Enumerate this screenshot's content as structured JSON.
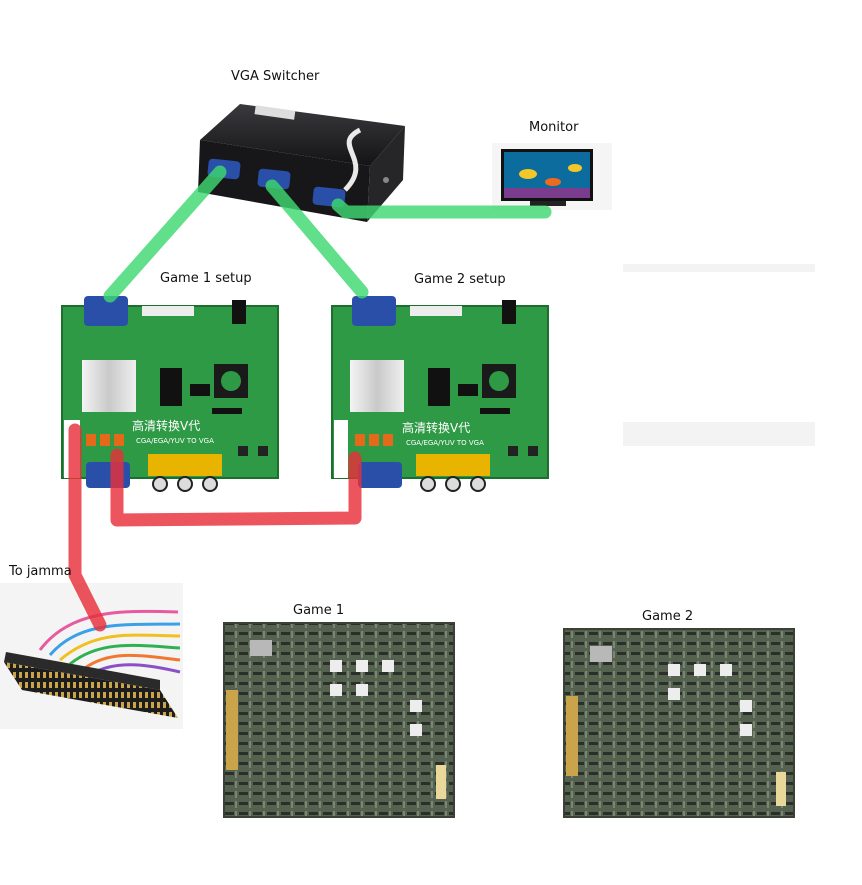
{
  "labels": {
    "vga_switcher": "VGA Switcher",
    "monitor": "Monitor",
    "game1_setup": "Game 1 setup",
    "game2_setup": "Game 2 setup",
    "to_jamma": "To jamma",
    "game1": "Game 1",
    "game2": "Game 2"
  },
  "boards": {
    "chip_text": "高清转换V代",
    "sub_text": "CGA/EGA/YUV TO VGA"
  },
  "colors": {
    "vga_cable": "#3ed870",
    "jamma_cable": "#e8303a",
    "pcb_green": "#2f9a45",
    "switcher_body": "#1d1d20",
    "vga_port": "#2a4fa8",
    "rca_yellow": "#e8b400",
    "arcade_pcb": "#5d6b58"
  }
}
